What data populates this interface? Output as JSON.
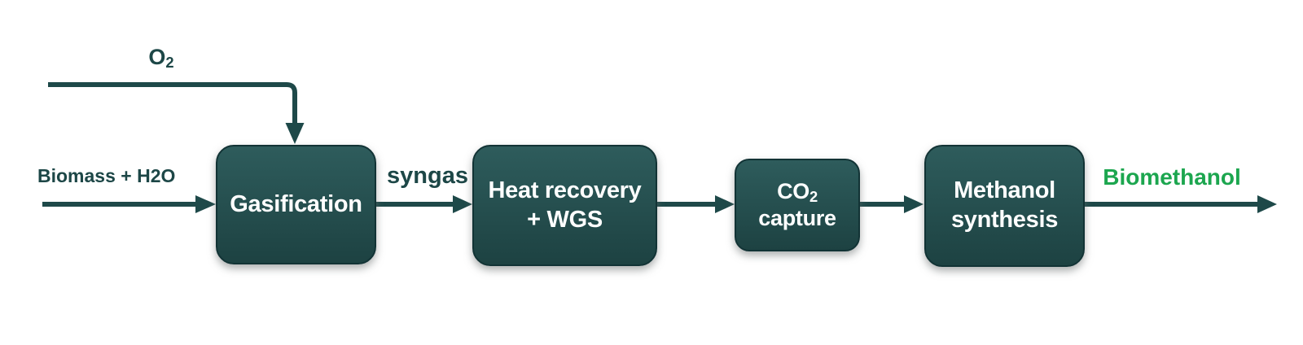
{
  "diagram": {
    "background": "#ffffff",
    "colors": {
      "line": "#1e4949",
      "label_text": "#1d4747",
      "node_fill_top": "#2e5c5c",
      "node_fill_bottom": "#1d4242",
      "node_border": "#123335",
      "node_text": "#ffffff",
      "product_green": "#1ca64f"
    },
    "nodes": [
      {
        "id": "gasification",
        "label": "Gasification"
      },
      {
        "id": "heat-recovery-wgs",
        "label_top": "Heat recovery",
        "label_bottom": "+ WGS"
      },
      {
        "id": "co2-capture",
        "label_top": "CO",
        "label_top_sub": "2",
        "label_bottom": "capture"
      },
      {
        "id": "methanol-synthesis",
        "label_top": "Methanol",
        "label_bottom": "synthesis"
      }
    ],
    "streams": {
      "o2": {
        "text": "O",
        "sub": "2"
      },
      "biomass": "Biomass + H2O",
      "syngas": "syngas",
      "biomethanol": "Biomethanol"
    }
  }
}
